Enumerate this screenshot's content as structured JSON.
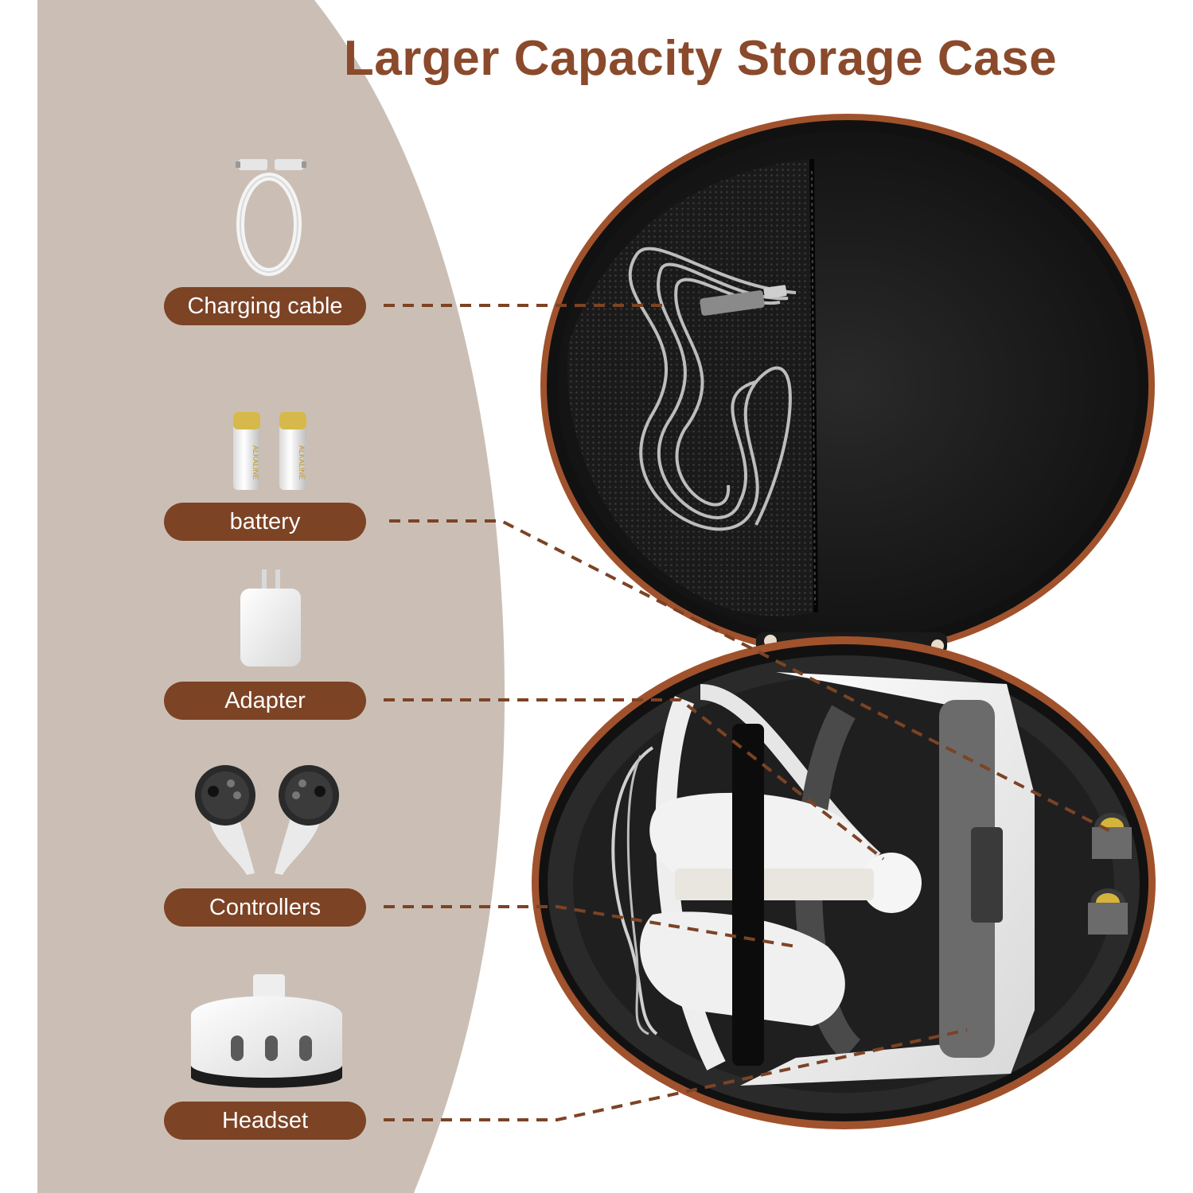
{
  "title": "Larger Capacity Storage Case",
  "labels": {
    "charging_cable": "Charging cable",
    "battery": "battery",
    "adapter": "Adapter",
    "controllers": "Controllers",
    "headset": "Headset"
  },
  "battery_text": "ALKALINE",
  "colors": {
    "title": "#8a4a2b",
    "pill": "#7c4325",
    "panel": "#cbbfb5",
    "case_trim": "#a0522d",
    "case_interior": "#1c1c1c"
  },
  "icons": [
    "usb-c-cable-icon",
    "aa-battery-icon",
    "wall-adapter-icon",
    "controller-icon",
    "vr-headset-icon"
  ]
}
